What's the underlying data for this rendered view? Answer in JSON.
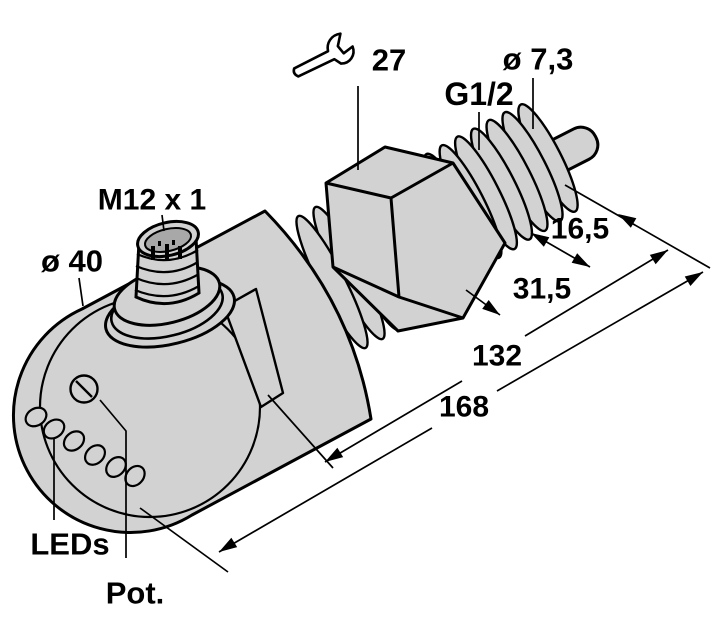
{
  "diagram": {
    "type": "technical dimension drawing",
    "subject": "inline flow sensor with M12 connector, hex nut, G1/2 process thread and sensing tip",
    "colors": {
      "background": "#ffffff",
      "body_fill": "#d2d2d2",
      "connector_core_fill": "#a8a8a8",
      "line": "#000000"
    },
    "icons": {
      "wrench_icon": "open-end-wrench"
    },
    "callouts": {
      "wrench_size": "27",
      "process_thread": "G1/2",
      "tip_diameter": "ø 7,3",
      "connector_thread": "M12 x 1",
      "housing_diameter": "ø 40",
      "leds_label": "LEDs",
      "pot_label": "Pot."
    },
    "dimensions_mm": {
      "tip_length": "16,5",
      "thread_length": "31,5",
      "length_to_thread_end": "132",
      "total_length": "168"
    }
  }
}
